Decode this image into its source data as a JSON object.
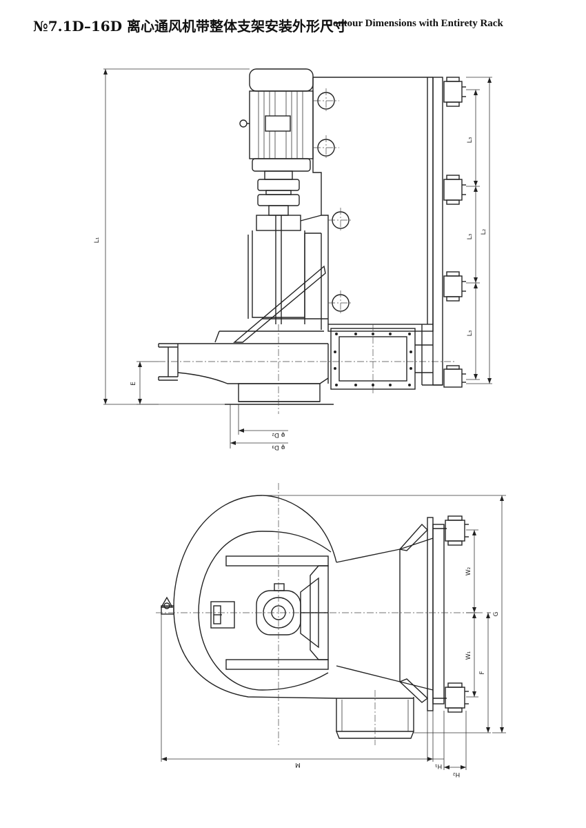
{
  "title": {
    "chinese": "№7.1D–16D 离心通风机带整体支架安装外形尺寸",
    "english": "Contour Dimensions with Entirety Rack"
  },
  "side_view": {
    "dimensions": {
      "L1_total": "L₁",
      "L2_total": "L₂",
      "L3_top": "L₃",
      "L3_mid": "L₃",
      "L3_bottom": "L₃",
      "E": "E",
      "D2": "φ D₂",
      "D3": "φ D₃"
    }
  },
  "plan_view": {
    "dimensions": {
      "W2": "W₂",
      "W1": "W₁",
      "G": "G",
      "F": "F",
      "M": "M",
      "H1": "H₁",
      "H2": "H₂"
    }
  }
}
